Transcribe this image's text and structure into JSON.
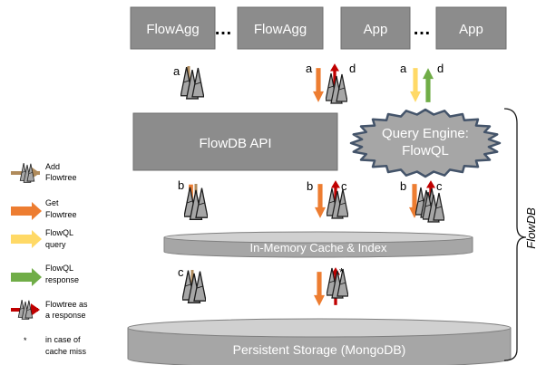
{
  "top_boxes": [
    {
      "label": "FlowAgg"
    },
    {
      "label": "FlowAgg"
    },
    {
      "label": "App"
    },
    {
      "label": "App"
    }
  ],
  "ellipsis": "…",
  "api_label": "FlowDB API",
  "query_engine": {
    "line1": "Query Engine:",
    "line2": "FlowQL"
  },
  "cache_label": "In-Memory Cache & Index",
  "storage_label": "Persistent Storage (MongoDB)",
  "side_label": "FlowDB",
  "letters": {
    "a": "a",
    "b": "b",
    "c": "c",
    "d": "d",
    "star": "*"
  },
  "legend": [
    {
      "icon": "flowtree-add-icon",
      "line1": "Add",
      "line2": "Flowtree"
    },
    {
      "icon": "orange-arrow-icon",
      "line1": "Get",
      "line2": "Flowtree"
    },
    {
      "icon": "yellow-arrow-icon",
      "line1": "FlowQL",
      "line2": "query"
    },
    {
      "icon": "green-arrow-icon",
      "line1": "FlowQL",
      "line2": "response"
    },
    {
      "icon": "flowtree-response-icon",
      "line1": "Flowtree as",
      "line2": "a response"
    },
    {
      "icon": "asterisk-icon",
      "symbol": "*",
      "line1": "in case of",
      "line2": "cache miss"
    }
  ],
  "colors": {
    "box": "#8c8c8c",
    "box_border": "#6e6e6e",
    "orange": "#ed7d31",
    "yellow": "#ffd966",
    "green": "#70ad47",
    "red": "#c00000",
    "tan": "#b08b5b",
    "tree": "#a6a6a6",
    "cloud_border": "#44546a"
  }
}
